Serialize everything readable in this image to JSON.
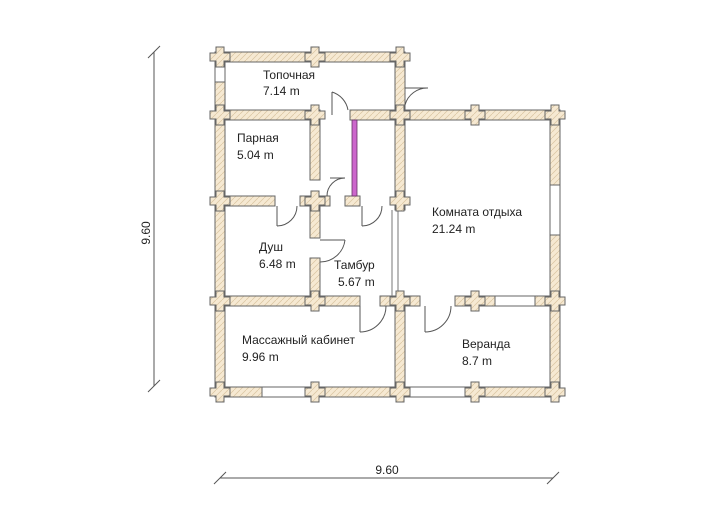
{
  "rooms": [
    {
      "name": "Топочная",
      "area": "7.14 m"
    },
    {
      "name": "Парная",
      "area": "5.04 m"
    },
    {
      "name": "Душ",
      "area": "6.48 m"
    },
    {
      "name": "Тамбур",
      "area": "5.67 m"
    },
    {
      "name": "Комната отдыха",
      "area": "21.24 m"
    },
    {
      "name": "Массажный кабинет",
      "area": "9.96 m"
    },
    {
      "name": "Веранда",
      "area": "8.7 m"
    }
  ],
  "dimensions": {
    "height": "9.60",
    "width": "9.60"
  },
  "colors": {
    "wall_fill": "#f6e9d2",
    "wall_stroke": "#666666",
    "glass": "#cc66cc"
  }
}
